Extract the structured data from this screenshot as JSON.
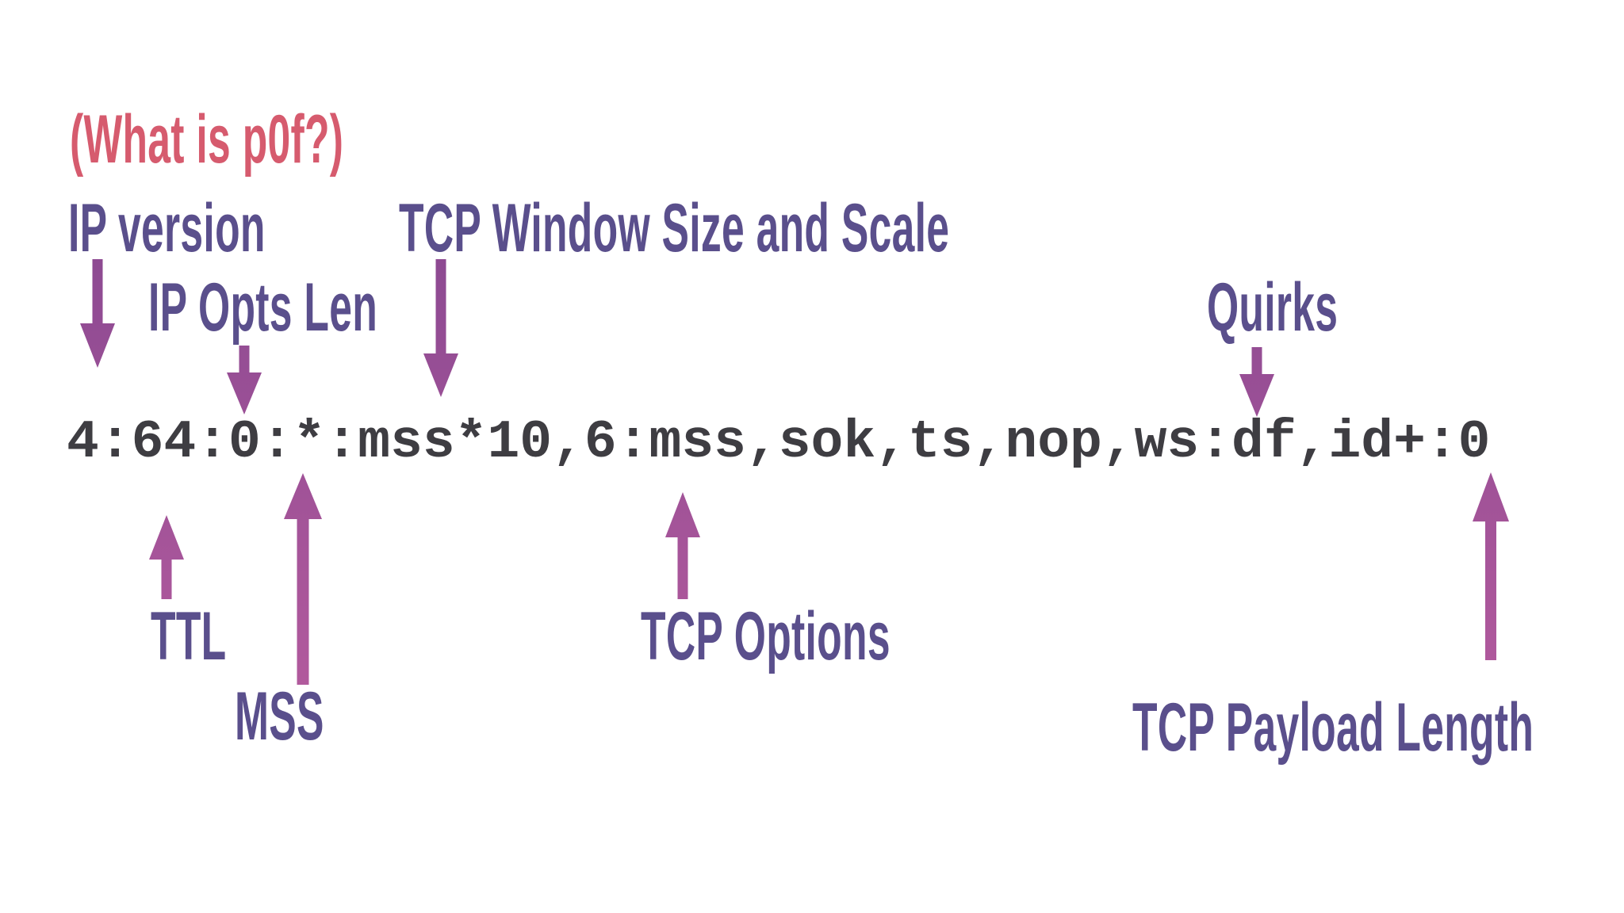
{
  "title": {
    "text": "(What is p0f?)"
  },
  "signature": {
    "text": "4:64:0:*:mss*10,6:mss,sok,ts,nop,ws:df,id+:0"
  },
  "labels": [
    {
      "id": "ip-version",
      "text": "IP version",
      "points_to": "4"
    },
    {
      "id": "ip-opts-len",
      "text": "IP Opts Len",
      "points_to": "0"
    },
    {
      "id": "tcp-window-size-scale",
      "text": "TCP Window Size and Scale",
      "points_to": "mss*10,6"
    },
    {
      "id": "quirks",
      "text": "Quirks",
      "points_to": "df,id+"
    },
    {
      "id": "ttl",
      "text": "TTL",
      "points_to": "64"
    },
    {
      "id": "mss",
      "text": "MSS",
      "points_to": "*"
    },
    {
      "id": "tcp-options",
      "text": "TCP Options",
      "points_to": "mss,sok,ts,nop,ws"
    },
    {
      "id": "tcp-payload-length",
      "text": "TCP Payload Length",
      "points_to": "0"
    }
  ],
  "colors": {
    "bg": "#ffffff",
    "accent": "#d65b6e",
    "label": "#5a4f8c",
    "code": "#3e3d42",
    "arrow-top": "#8d4a92",
    "arrow-bottom": "#b25a9d"
  }
}
